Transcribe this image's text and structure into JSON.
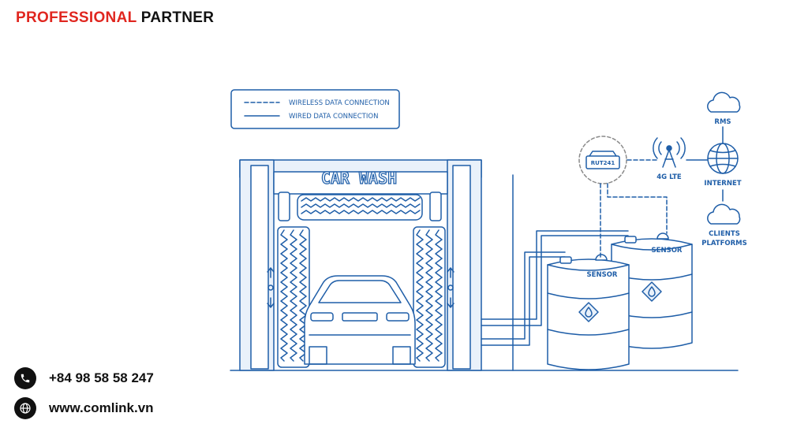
{
  "brand": {
    "word1": "PROFESSIONAL",
    "word2": "PARTNER",
    "accent_color": "#e0261f"
  },
  "contact": {
    "phone": "+84 98 58 58 247",
    "website": "www.comlink.vn",
    "phone_icon": "phone-icon",
    "web_icon": "globe-icon"
  },
  "legend": {
    "wireless": "WIRELESS DATA CONNECTION",
    "wired": "WIRED DATA CONNECTION"
  },
  "diagram": {
    "car_wash_sign": "CAR WASH",
    "router": "RUT241",
    "lte": "4G LTE",
    "rms": "RMS",
    "internet": "INTERNET",
    "clients_line1": "CLIENTS",
    "clients_line2": "PLATFORMS",
    "sensor_left": "SENSOR",
    "sensor_right": "SENSOR",
    "line_color": "#1f5ea8"
  }
}
